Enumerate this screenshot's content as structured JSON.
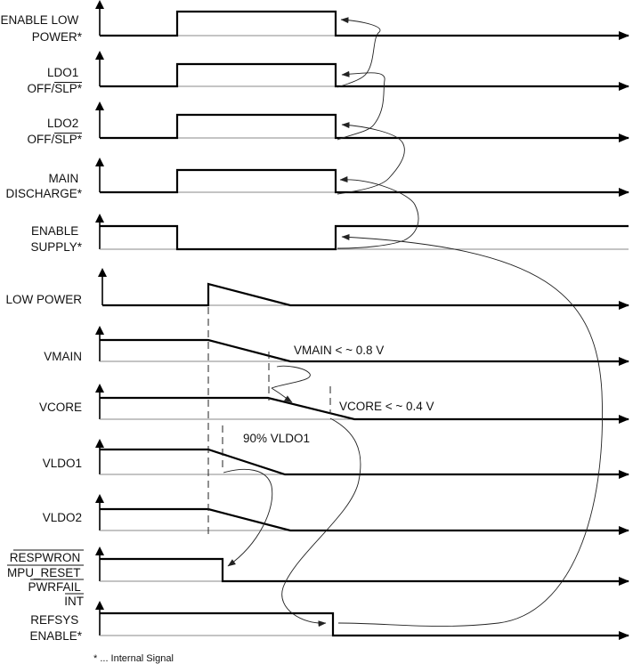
{
  "signals": [
    {
      "id": "enable-low-power",
      "lines": [
        "ENABLE LOW",
        "POWER*"
      ]
    },
    {
      "id": "ldo1-off-slp",
      "lines": [
        "LDO1",
        "OFF/SLP*"
      ]
    },
    {
      "id": "ldo2-off-slp",
      "lines": [
        "LDO2",
        "OFF/SLP*"
      ]
    },
    {
      "id": "main-discharge",
      "lines": [
        "MAIN",
        "DISCHARGE*"
      ]
    },
    {
      "id": "enable-supply",
      "lines": [
        "ENABLE",
        "SUPPLY*"
      ]
    },
    {
      "id": "low-power",
      "lines": [
        "LOW POWER"
      ]
    },
    {
      "id": "vmain",
      "lines": [
        "VMAIN"
      ]
    },
    {
      "id": "vcore",
      "lines": [
        "VCORE"
      ]
    },
    {
      "id": "vldo1",
      "lines": [
        "VLDO1"
      ]
    },
    {
      "id": "vldo2",
      "lines": [
        "VLDO2"
      ]
    },
    {
      "id": "respwron",
      "lines": [
        "RESPWRON",
        "MPU_RESET",
        "PWRFAIL",
        "INT"
      ]
    },
    {
      "id": "refsys-enable",
      "lines": [
        "REFSYS",
        "ENABLE*"
      ]
    }
  ],
  "annotations": {
    "vmain_threshold": "VMAIN < ~ 0.8 V",
    "vcore_threshold": "VCORE < ~ 0.4 V",
    "vldo1_threshold": "90% VLDO1"
  },
  "footnote": "* ... Internal Signal"
}
